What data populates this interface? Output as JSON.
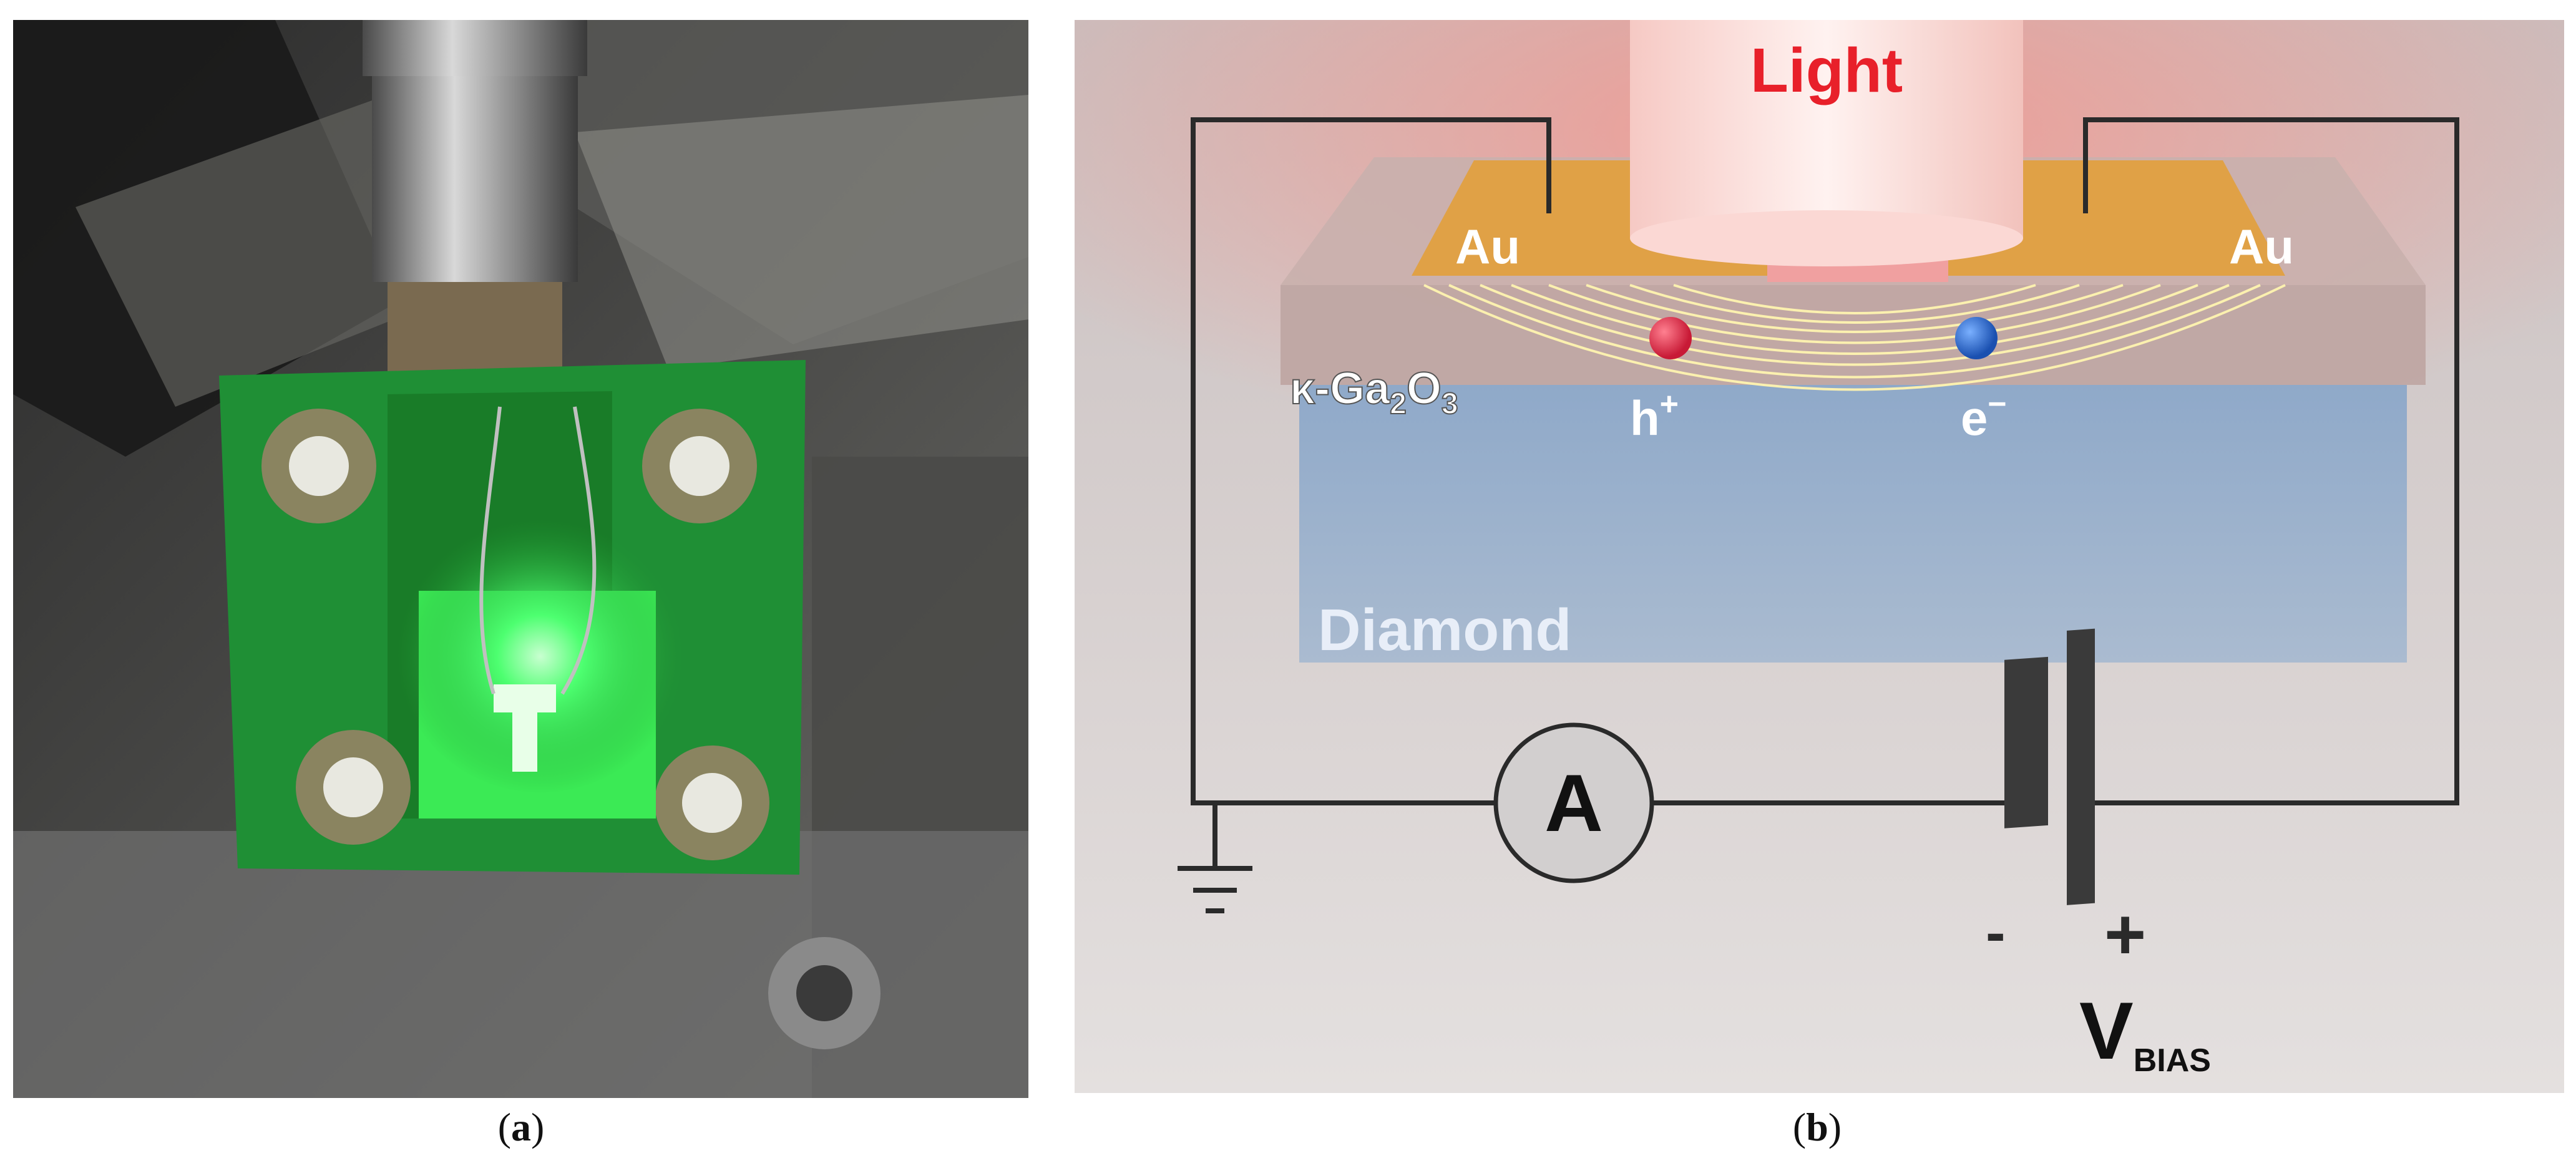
{
  "panel_a": {
    "caption_open": "(",
    "caption_letter": "a",
    "caption_close": ")"
  },
  "panel_b": {
    "caption_open": "(",
    "caption_letter": "b",
    "caption_close": ")",
    "light_label": "Light",
    "au_left_label": "Au",
    "au_right_label": "Au",
    "layer_label_prefix": "κ-Ga",
    "layer_label_sub1": "2",
    "layer_label_mid": "O",
    "layer_label_sub2": "3",
    "hole_label": "h",
    "hole_sup": "+",
    "electron_label": "e",
    "electron_sup": "−",
    "substrate_label": "Diamond",
    "ammeter_label": "A",
    "minus_label": "-",
    "plus_label": "+",
    "vbias_label": "V",
    "vbias_sub": "BIAS"
  },
  "colors": {
    "light_label": "#e8202a",
    "gold": "#e0a040",
    "diamond": "#8fa9c9",
    "hole": "#e0304a",
    "electron": "#2a6ad0",
    "pcb_green": "#1f8f35",
    "glow_green": "#39ff6a"
  }
}
